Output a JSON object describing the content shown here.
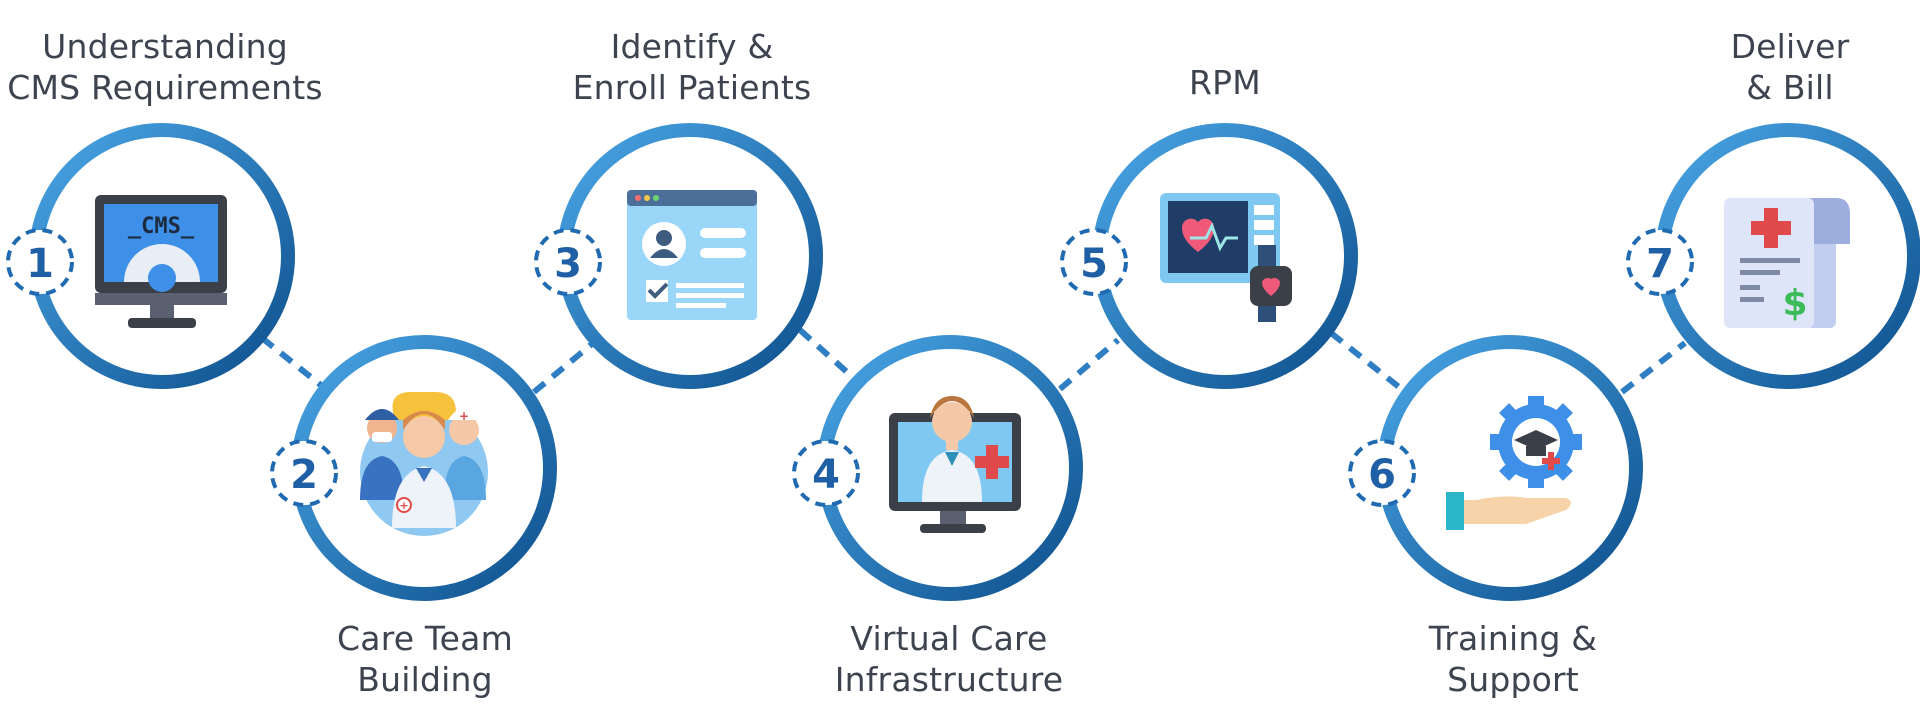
{
  "colors": {
    "ring_light": "#4aa6e6",
    "ring_dark": "#0d4f8c",
    "number_text": "#1f5fa6",
    "label_text": "#3d4450"
  },
  "steps": [
    {
      "number": "1",
      "label": "Understanding\nCMS Requirements",
      "icon": "cms-monitor-icon"
    },
    {
      "number": "2",
      "label": "Care Team\nBuilding",
      "icon": "care-team-icon"
    },
    {
      "number": "3",
      "label": "Identify &\nEnroll Patients",
      "icon": "patient-profile-icon"
    },
    {
      "number": "4",
      "label": "Virtual Care\nInfrastructure",
      "icon": "telehealth-doctor-icon"
    },
    {
      "number": "5",
      "label": "RPM",
      "icon": "vital-monitor-watch-icon"
    },
    {
      "number": "6",
      "label": "Training &\nSupport",
      "icon": "training-support-icon"
    },
    {
      "number": "7",
      "label": "Deliver\n& Bill",
      "icon": "medical-bill-icon"
    }
  ],
  "icon_text": {
    "cms_screen": "_CMS_"
  }
}
